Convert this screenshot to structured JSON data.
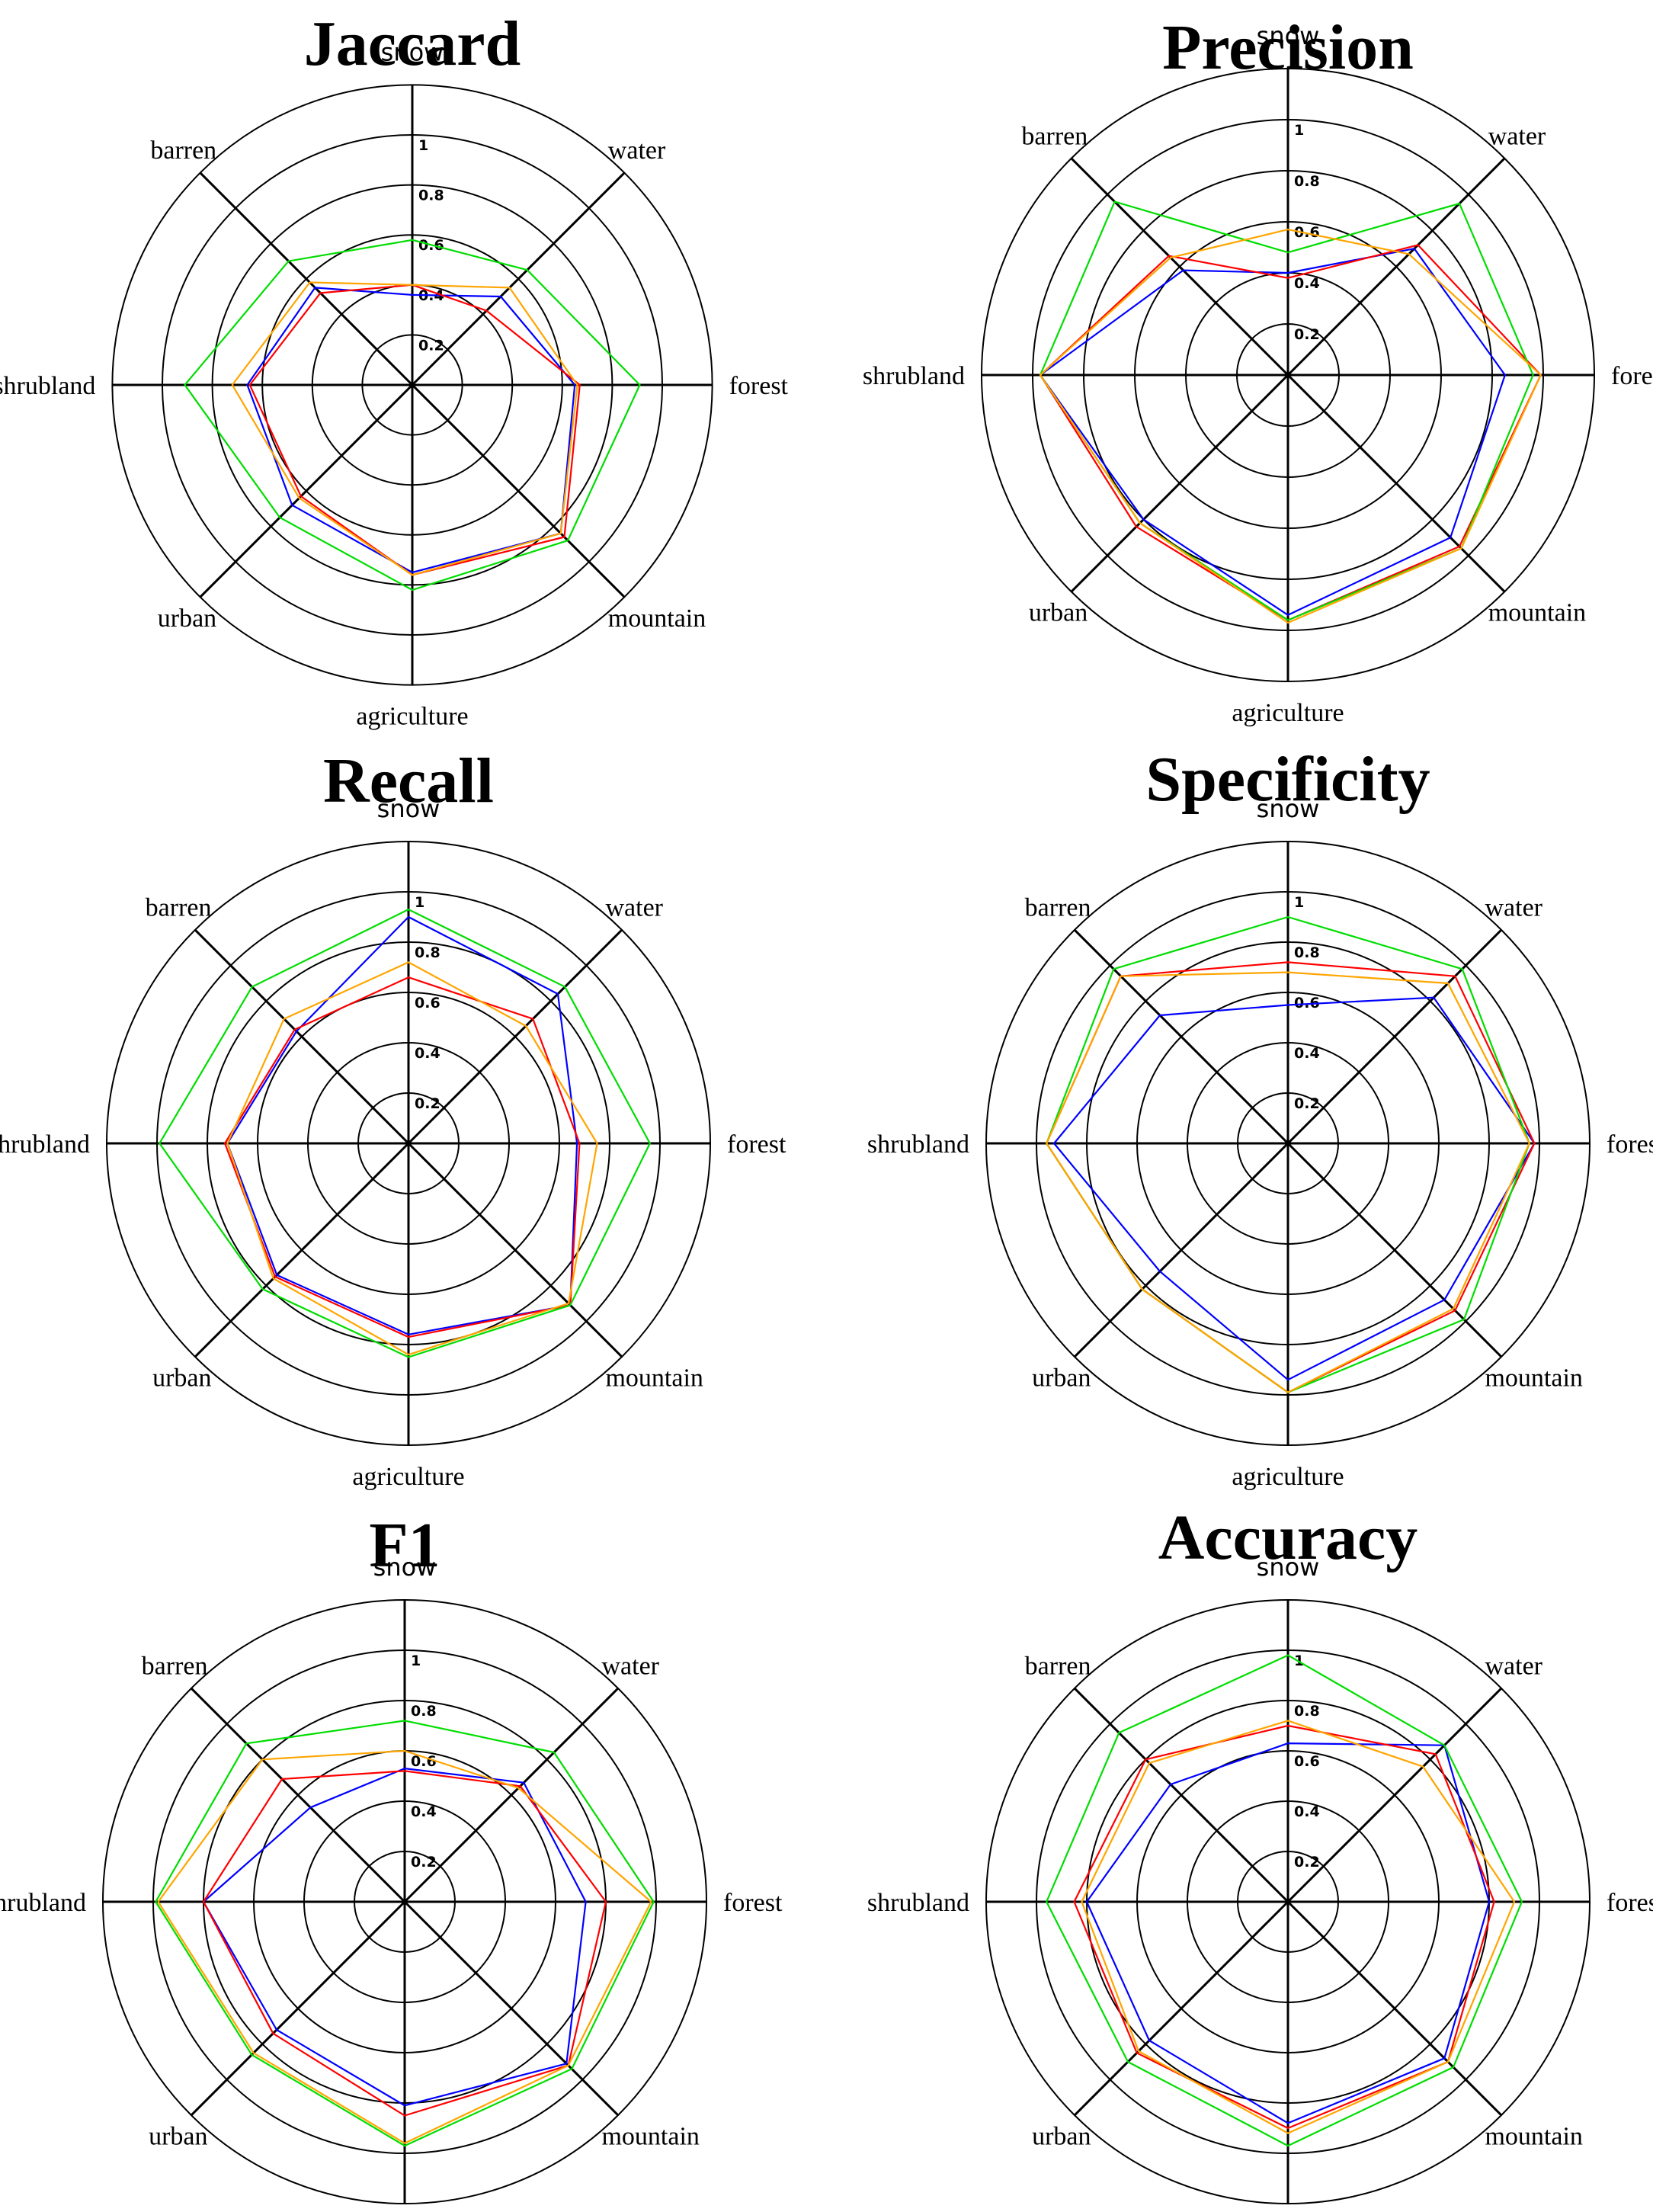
{
  "series_colors": [
    "#0000ff",
    "#ff0000",
    "#00dd00",
    "#ffa500"
  ],
  "chart_data": [
    {
      "type": "radar",
      "title": "Jaccard",
      "axes": [
        "snow",
        "water",
        "forest",
        "mountain",
        "agriculture",
        "urban",
        "shrubland",
        "barren"
      ],
      "ticks": [
        "0.2",
        "0.4",
        "0.6",
        "0.8",
        "1"
      ],
      "rlim": [
        0,
        1
      ],
      "series": [
        {
          "values": [
            0.36,
            0.5,
            0.65,
            0.84,
            0.75,
            0.68,
            0.66,
            0.55
          ]
        },
        {
          "values": [
            0.4,
            0.42,
            0.67,
            0.86,
            0.76,
            0.63,
            0.65,
            0.52
          ]
        },
        {
          "values": [
            0.58,
            0.65,
            0.91,
            0.88,
            0.82,
            0.75,
            0.91,
            0.7
          ]
        },
        {
          "values": [
            0.4,
            0.55,
            0.66,
            0.84,
            0.76,
            0.64,
            0.72,
            0.58
          ]
        }
      ]
    },
    {
      "type": "radar",
      "title": "Precision",
      "axes": [
        "snow",
        "water",
        "forest",
        "mountain",
        "agriculture",
        "urban",
        "shrubland",
        "barren"
      ],
      "ticks": [
        "0.2",
        "0.4",
        "0.6",
        "0.8",
        "1"
      ],
      "rlim": [
        0,
        1
      ],
      "series": [
        {
          "values": [
            0.4,
            0.7,
            0.85,
            0.9,
            0.94,
            0.8,
            0.97,
            0.58
          ]
        },
        {
          "values": [
            0.38,
            0.72,
            0.99,
            0.95,
            0.96,
            0.84,
            0.97,
            0.66
          ]
        },
        {
          "values": [
            0.48,
            0.95,
            0.96,
            0.96,
            0.96,
            0.82,
            0.97,
            0.96
          ]
        },
        {
          "values": [
            0.57,
            0.67,
            0.99,
            0.96,
            0.97,
            0.82,
            0.97,
            0.65
          ]
        }
      ]
    },
    {
      "type": "radar",
      "title": "Recall",
      "axes": [
        "snow",
        "water",
        "forest",
        "mountain",
        "agriculture",
        "urban",
        "shrubland",
        "barren"
      ],
      "ticks": [
        "0.2",
        "0.4",
        "0.6",
        "0.8",
        "1"
      ],
      "rlim": [
        0,
        1
      ],
      "series": [
        {
          "values": [
            0.9,
            0.84,
            0.67,
            0.91,
            0.76,
            0.74,
            0.72,
            0.63
          ]
        },
        {
          "values": [
            0.66,
            0.7,
            0.68,
            0.91,
            0.77,
            0.75,
            0.73,
            0.64
          ]
        },
        {
          "values": [
            0.93,
            0.88,
            0.96,
            0.91,
            0.85,
            0.82,
            0.99,
            0.88
          ]
        },
        {
          "values": [
            0.72,
            0.66,
            0.75,
            0.9,
            0.84,
            0.76,
            0.72,
            0.7
          ]
        }
      ]
    },
    {
      "type": "radar",
      "title": "Specificity",
      "axes": [
        "snow",
        "water",
        "forest",
        "mountain",
        "agriculture",
        "urban",
        "shrubland",
        "barren"
      ],
      "ticks": [
        "0.2",
        "0.4",
        "0.6",
        "0.8",
        "1"
      ],
      "rlim": [
        0,
        1
      ],
      "series": [
        {
          "values": [
            0.55,
            0.82,
            0.98,
            0.88,
            0.94,
            0.72,
            0.93,
            0.72
          ]
        },
        {
          "values": [
            0.72,
            0.94,
            0.98,
            0.94,
            0.99,
            0.82,
            0.96,
            0.94
          ]
        },
        {
          "values": [
            0.9,
            0.98,
            0.96,
            0.99,
            0.99,
            0.82,
            0.96,
            0.98
          ]
        },
        {
          "values": [
            0.68,
            0.9,
            0.96,
            0.93,
            0.99,
            0.82,
            0.96,
            0.94
          ]
        }
      ]
    },
    {
      "type": "radar",
      "title": "F1",
      "axes": [
        "snow",
        "water",
        "forest",
        "mountain",
        "agriculture",
        "urban",
        "shrubland",
        "barren"
      ],
      "ticks": [
        "0.2",
        "0.4",
        "0.6",
        "0.8",
        "1"
      ],
      "rlim": [
        0,
        1
      ],
      "series": [
        {
          "values": [
            0.53,
            0.67,
            0.72,
            0.91,
            0.81,
            0.72,
            0.8,
            0.53
          ]
        },
        {
          "values": [
            0.52,
            0.65,
            0.8,
            0.92,
            0.85,
            0.74,
            0.8,
            0.69
          ]
        },
        {
          "values": [
            0.72,
            0.84,
            0.99,
            0.94,
            0.97,
            0.86,
            0.99,
            0.89
          ]
        },
        {
          "values": [
            0.6,
            0.64,
            0.98,
            0.92,
            0.96,
            0.85,
            0.98,
            0.8
          ]
        }
      ]
    },
    {
      "type": "radar",
      "title": "Accuracy",
      "axes": [
        "snow",
        "water",
        "forest",
        "mountain",
        "agriculture",
        "urban",
        "shrubland",
        "barren"
      ],
      "ticks": [
        "0.2",
        "0.4",
        "0.6",
        "0.8",
        "1"
      ],
      "rlim": [
        0,
        1
      ],
      "series": [
        {
          "values": [
            0.63,
            0.88,
            0.8,
            0.88,
            0.88,
            0.78,
            0.8,
            0.66
          ]
        },
        {
          "values": [
            0.7,
            0.83,
            0.82,
            0.9,
            0.9,
            0.85,
            0.85,
            0.8
          ]
        },
        {
          "values": [
            0.98,
            0.88,
            0.93,
            0.93,
            0.97,
            0.9,
            0.96,
            0.95
          ]
        },
        {
          "values": [
            0.72,
            0.76,
            0.9,
            0.9,
            0.92,
            0.84,
            0.82,
            0.78
          ]
        }
      ]
    }
  ]
}
